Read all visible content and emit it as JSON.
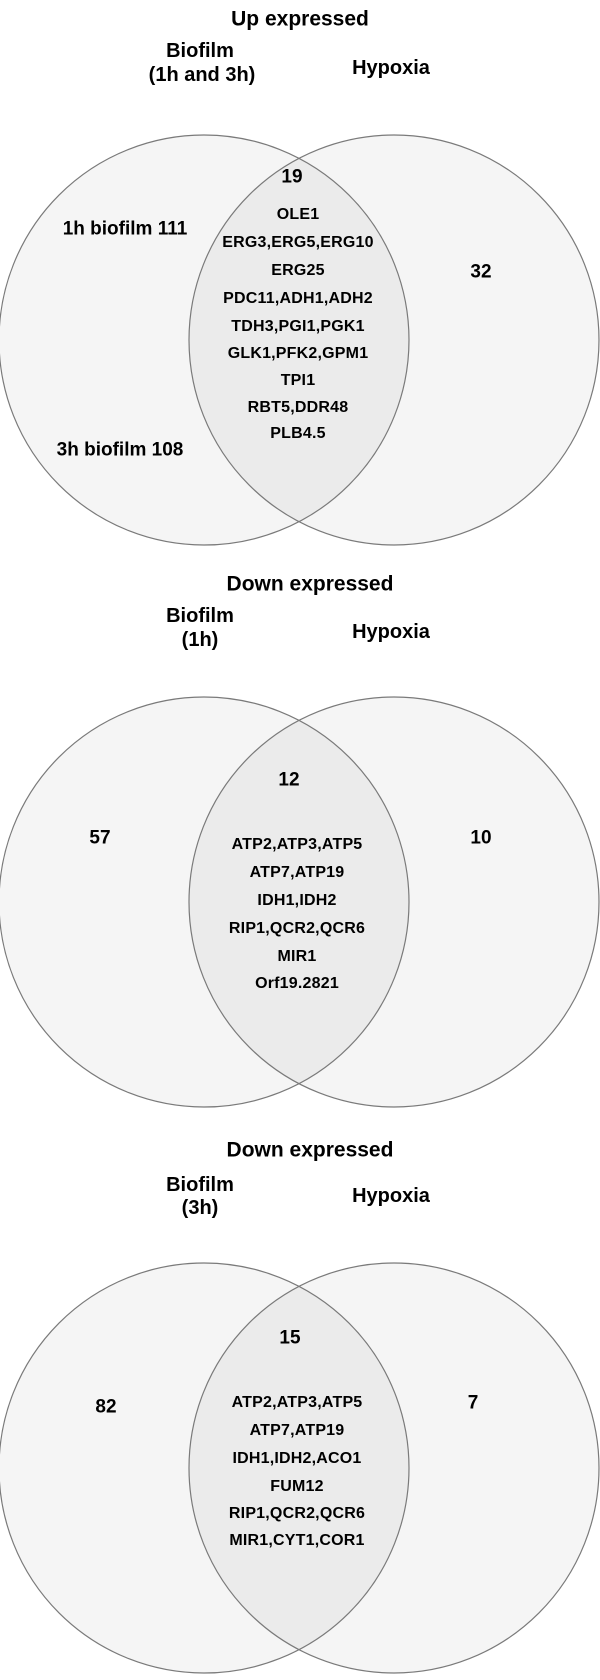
{
  "figure": {
    "type": "venn_diagram_set",
    "colors": {
      "background": "#ffffff",
      "circle_fill_single": "#f5f5f5",
      "circle_fill_overlap": "#ebebeb",
      "circle_stroke": "#7a7a7a",
      "text": "#000000"
    },
    "panels": [
      {
        "title": "Up expressed",
        "left_set": {
          "name_line1": "Biofilm",
          "name_line2": "(1h and 3h)",
          "label_top": "1h biofilm 111",
          "label_bottom": "3h biofilm 108"
        },
        "right_set": {
          "name": "Hypoxia",
          "count": "32"
        },
        "overlap": {
          "count": "19",
          "genes": [
            "OLE1",
            "ERG3,ERG5,ERG10",
            "ERG25",
            "PDC11,ADH1,ADH2",
            "TDH3,PGI1,PGK1",
            "GLK1,PFK2,GPM1",
            "TPI1",
            "RBT5,DDR48",
            "PLB4.5"
          ]
        }
      },
      {
        "title": "Down expressed",
        "left_set": {
          "name_line1": "Biofilm",
          "name_line2": "(1h)",
          "count": "57"
        },
        "right_set": {
          "name": "Hypoxia",
          "count": "10"
        },
        "overlap": {
          "count": "12",
          "genes": [
            "ATP2,ATP3,ATP5",
            "ATP7,ATP19",
            "IDH1,IDH2",
            "RIP1,QCR2,QCR6",
            "MIR1",
            "Orf19.2821"
          ]
        }
      },
      {
        "title": "Down expressed",
        "left_set": {
          "name_line1": "Biofilm",
          "name_line2": "(3h)",
          "count": "82"
        },
        "right_set": {
          "name": "Hypoxia",
          "count": "7"
        },
        "overlap": {
          "count": "15",
          "genes": [
            "ATP2,ATP3,ATP5",
            "ATP7,ATP19",
            "IDH1,IDH2,ACO1",
            "FUM12",
            "RIP1,QCR2,QCR6",
            "MIR1,CYT1,COR1"
          ]
        }
      }
    ]
  }
}
